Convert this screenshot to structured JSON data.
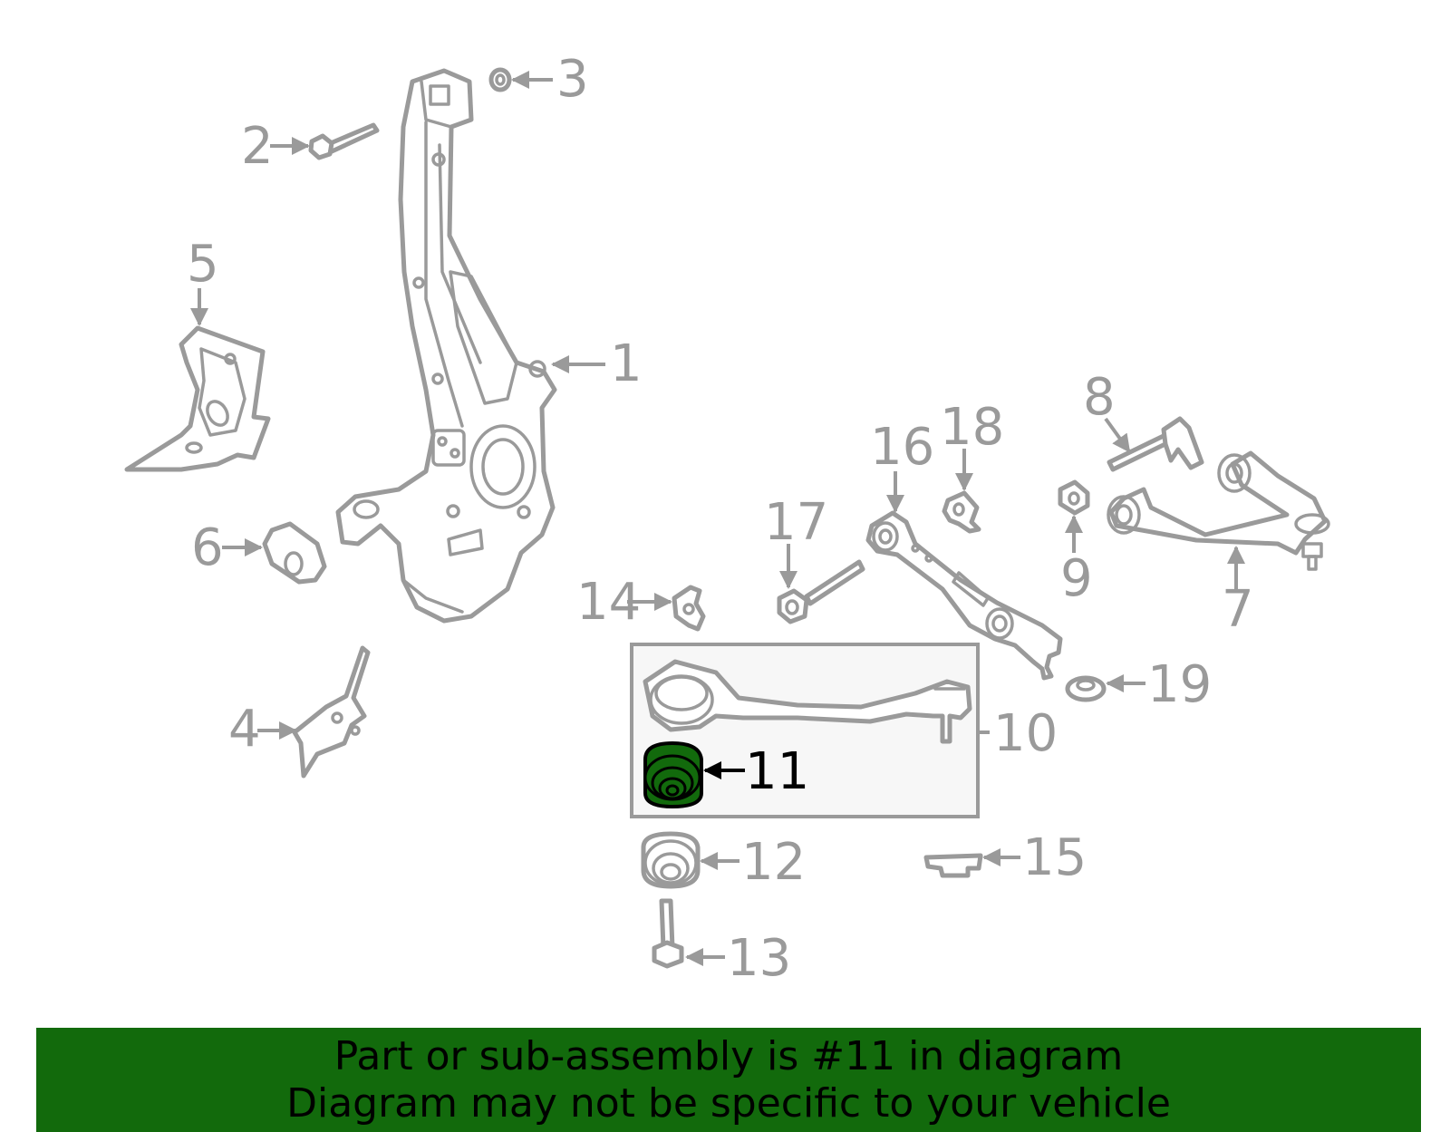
{
  "callouts": {
    "c1": "1",
    "c2": "2",
    "c3": "3",
    "c4": "4",
    "c5": "5",
    "c6": "6",
    "c7": "7",
    "c8": "8",
    "c9": "9",
    "c10": "10",
    "c11": "11",
    "c12": "12",
    "c13": "13",
    "c14": "14",
    "c15": "15",
    "c16": "16",
    "c17": "17",
    "c18": "18",
    "c19": "19"
  },
  "highlight": {
    "part_number": "11",
    "color": "#126a0c"
  },
  "banner": {
    "line1": "Part or sub-assembly is #11 in diagram",
    "line2": "Diagram may not be specific to your vehicle",
    "background": "#126a0c"
  }
}
